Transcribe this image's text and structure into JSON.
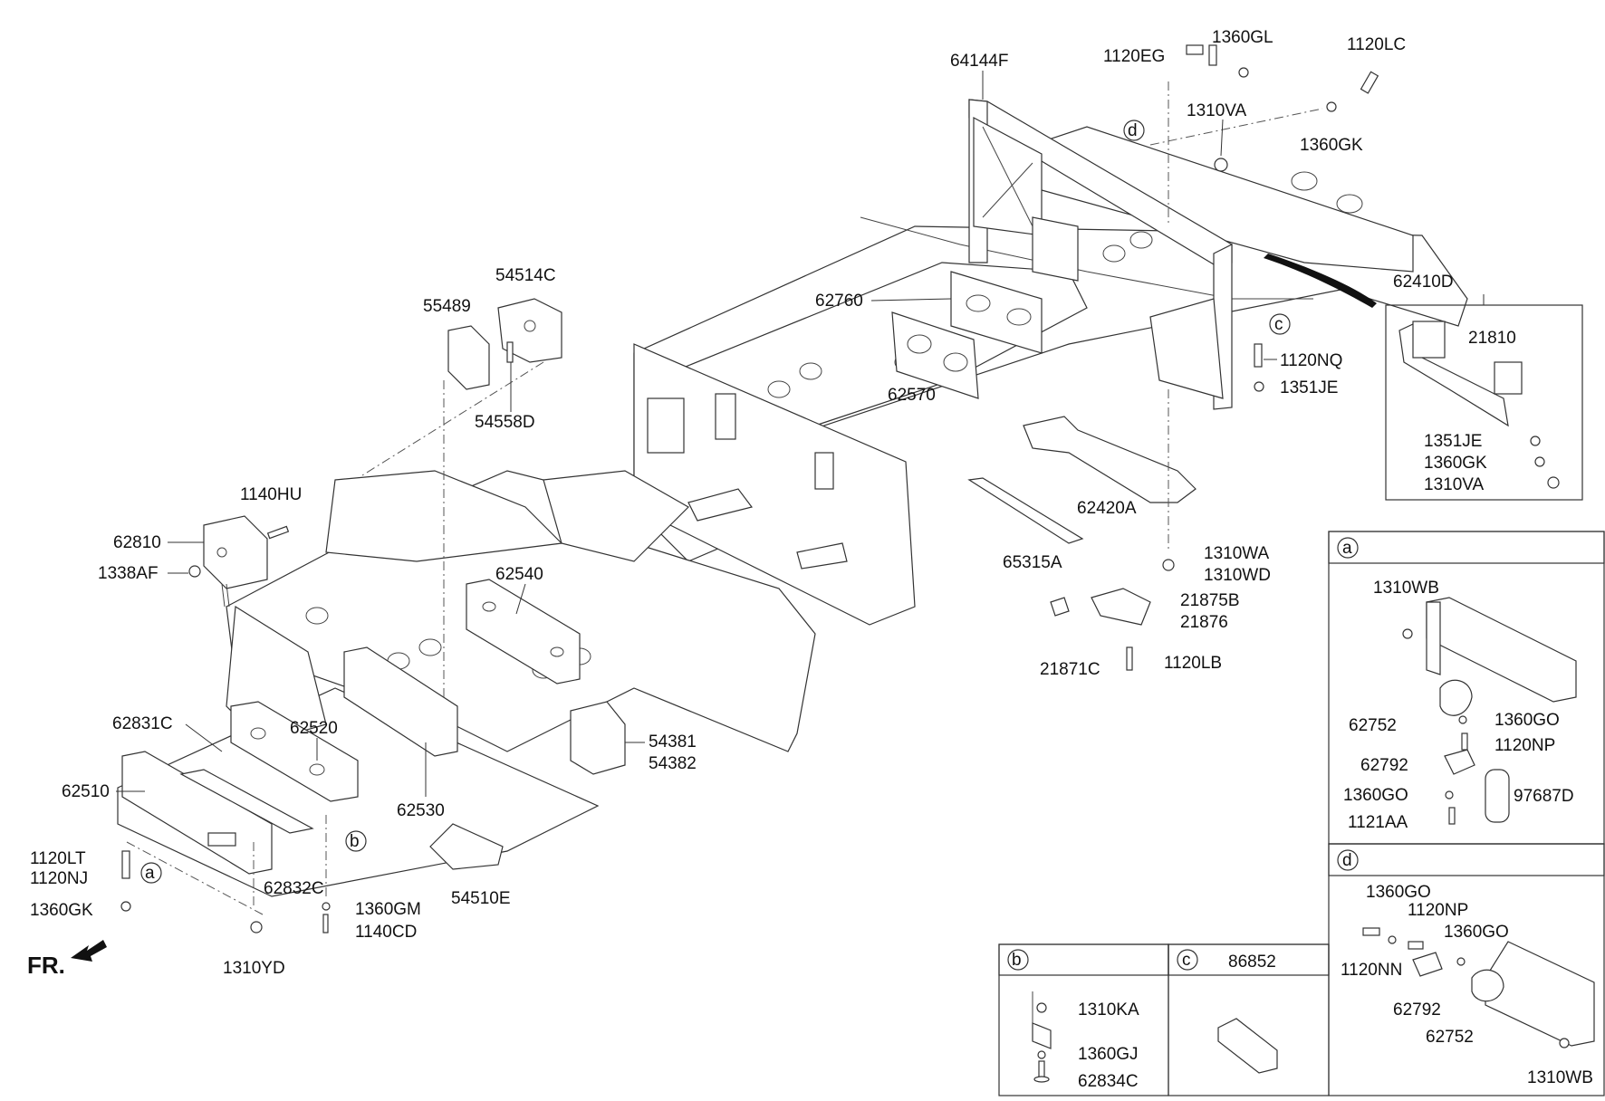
{
  "labels": {
    "p64144F": "64144F",
    "p1120EG": "1120EG",
    "p1360GL": "1360GL",
    "p1120LC": "1120LC",
    "p1310VA": "1310VA",
    "p1360GK_top": "1360GK",
    "p62410D": "62410D",
    "p21810": "21810",
    "p1351JE_box": "1351JE",
    "p1360GK_box": "1360GK",
    "p1310VA_box": "1310VA",
    "p62760": "62760",
    "p62570": "62570",
    "p1120NQ": "1120NQ",
    "p1351JE": "1351JE",
    "p62420A": "62420A",
    "p65315A": "65315A",
    "p1310WA": "1310WA",
    "p1310WD": "1310WD",
    "p21875B": "21875B",
    "p21876": "21876",
    "p21871C": "21871C",
    "p1120LB": "1120LB",
    "p54514C": "54514C",
    "p55489": "55489",
    "p54558D": "54558D",
    "p1140HU": "1140HU",
    "p62810": "62810",
    "p1338AF": "1338AF",
    "p62540": "62540",
    "p62831C": "62831C",
    "p62520": "62520",
    "p62510": "62510",
    "p54381": "54381",
    "p54382": "54382",
    "p62530": "62530",
    "p1120LT": "1120LT",
    "p1120NJ": "1120NJ",
    "p1360GK": "1360GK",
    "p62832C": "62832C",
    "p1360GM": "1360GM",
    "p1140CD": "1140CD",
    "p54510E": "54510E",
    "p1310YD": "1310YD",
    "fr": "FR.",
    "a_1310WB": "1310WB",
    "a_62752": "62752",
    "a_1360GO_1": "1360GO",
    "a_1120NP": "1120NP",
    "a_62792": "62792",
    "a_1360GO_2": "1360GO",
    "a_97687D": "97687D",
    "a_1121AA": "1121AA",
    "d_1360GO_1": "1360GO",
    "d_1120NP": "1120NP",
    "d_1360GO_2": "1360GO",
    "d_1120NN": "1120NN",
    "d_62792": "62792",
    "d_62752": "62752",
    "d_1310WB": "1310WB",
    "b_1310KA": "1310KA",
    "b_1360GJ": "1360GJ",
    "b_62834C": "62834C",
    "c_86852": "86852"
  },
  "callouts": {
    "a": "a",
    "b": "b",
    "c": "c",
    "d": "d"
  }
}
